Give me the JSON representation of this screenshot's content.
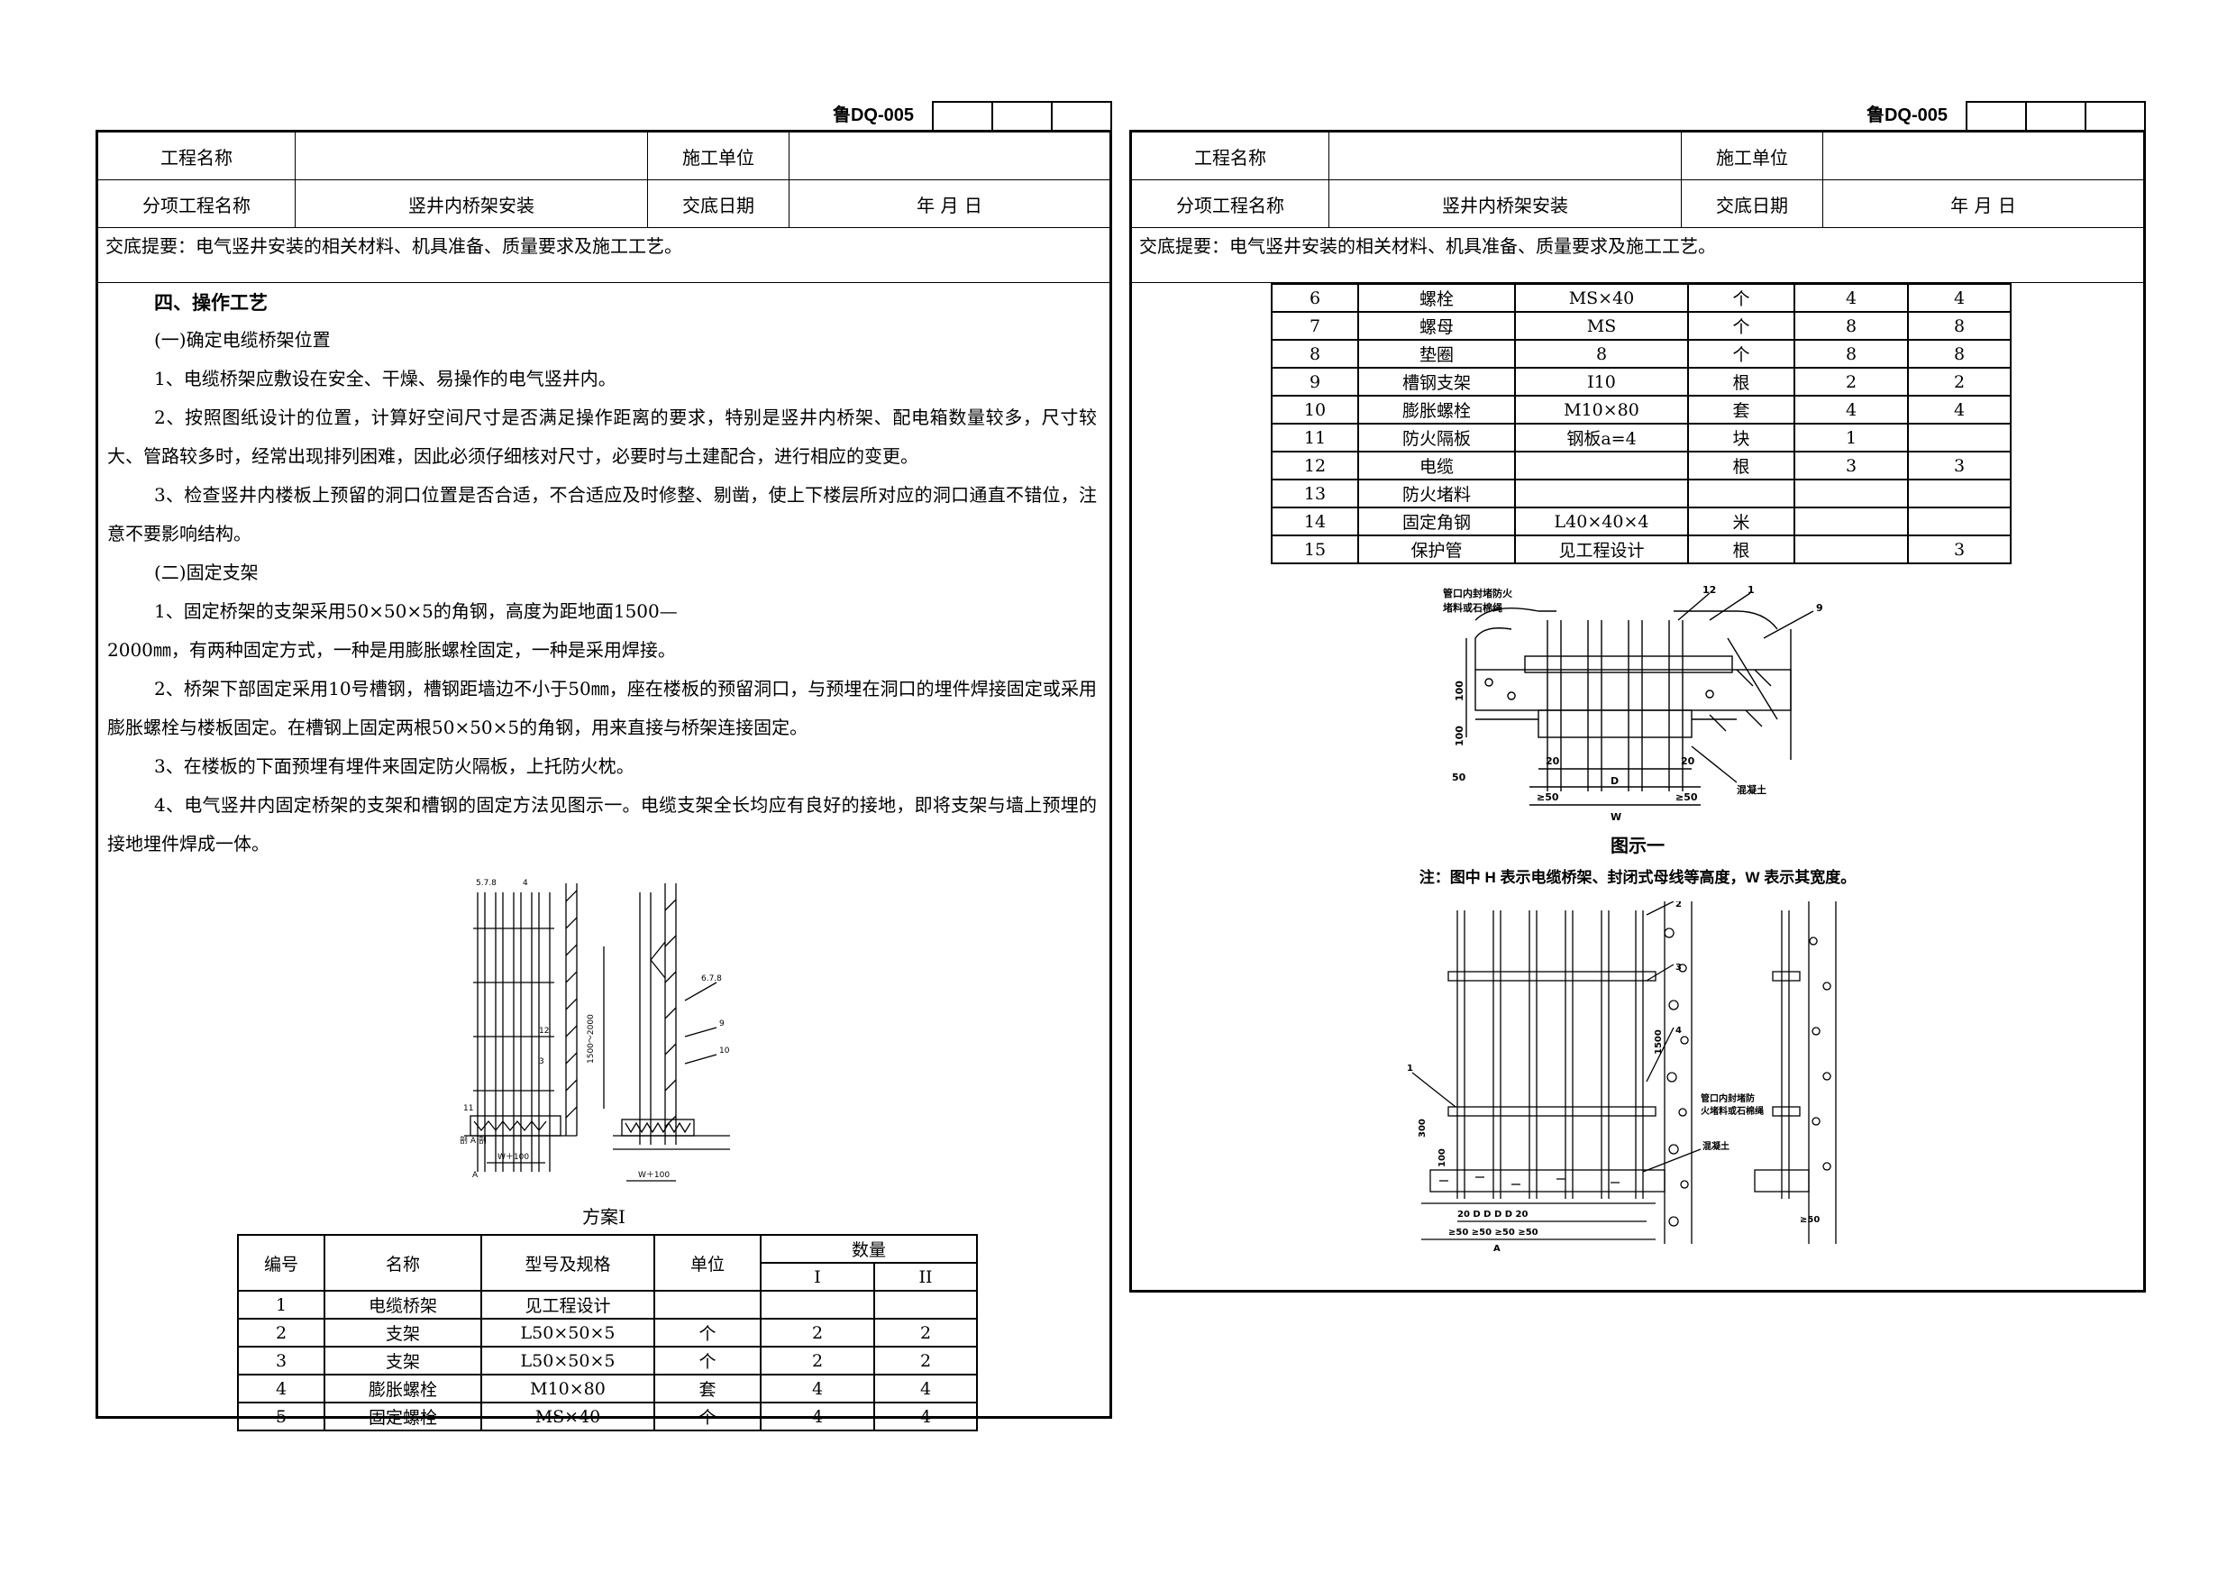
{
  "form_code": "鲁DQ-005",
  "header": {
    "project_name_label": "工程名称",
    "project_name_value": "",
    "construction_unit_label": "施工单位",
    "construction_unit_value": "",
    "sub_project_label": "分项工程名称",
    "sub_project_value": "竖井内桥架安装",
    "date_label": "交底日期",
    "date_value": "年 月 日"
  },
  "summary": "交底提要：电气竖井安装的相关材料、机具准备、质量要求及施工工艺。",
  "left": {
    "section_title": "四、操作工艺",
    "paragraphs": [
      "(一)确定电缆桥架位置",
      "1、电缆桥架应敷设在安全、干燥、易操作的电气竖井内。",
      "2、按照图纸设计的位置，计算好空间尺寸是否满足操作距离的要求，特别是竖井内桥架、配电箱数量较多，尺寸较大、管路较多时，经常出现排列困难，因此必须仔细核对尺寸，必要时与土建配合，进行相应的变更。",
      "3、检查竖井内楼板上预留的洞口位置是否合适，不合适应及时修整、剔凿，使上下楼层所对应的洞口通直不错位，注意不要影响结构。",
      "(二)固定支架",
      "1、固定桥架的支架采用50×50×5的角钢，高度为距地面1500—",
      "2000㎜，有两种固定方式，一种是用膨胀螺栓固定，一种是采用焊接。",
      "2、桥架下部固定采用10号槽钢，槽钢距墙边不小于50㎜，座在楼板的预留洞口，与预埋在洞口的埋件焊接固定或采用膨胀螺栓与楼板固定。在槽钢上固定两根50×50×5的角钢，用来直接与桥架连接固定。",
      "3、在楼板的下面预埋有埋件来固定防火隔板，上托防火枕。",
      "4、电气竖井内固定桥架的支架和槽钢的固定方法见图示一。电缆支架全长均应有良好的接地，即将支架与墙上预埋的接地埋件焊成一体。"
    ],
    "figure_caption": "方案I",
    "fig_labels": {
      "top_left": "5.7.8",
      "top_mid": "4",
      "right_nums": "6.7.8",
      "n9": "9",
      "n10": "10",
      "n11": "11",
      "n12": "12",
      "n3": "3",
      "dim_height": "1500～2000",
      "dim_w1": "W＋100",
      "dim_w2": "W＋100",
      "label_a": "A",
      "bottom_left": "剖 A 剖"
    },
    "table_header": {
      "no": "编号",
      "name": "名称",
      "spec": "型号及规格",
      "unit": "单位",
      "qty": "数量",
      "q1": "I",
      "q2": "II"
    },
    "rows": [
      [
        "1",
        "电缆桥架",
        "见工程设计",
        "",
        "",
        ""
      ],
      [
        "2",
        "支架",
        "L50×50×5",
        "个",
        "2",
        "2"
      ],
      [
        "3",
        "支架",
        "L50×50×5",
        "个",
        "2",
        "2"
      ],
      [
        "4",
        "膨胀螺栓",
        "M10×80",
        "套",
        "4",
        "4"
      ],
      [
        "5",
        "固定螺栓",
        "MS×40",
        "个",
        "4",
        "4"
      ]
    ]
  },
  "right": {
    "rows": [
      [
        "6",
        "螺栓",
        "MS×40",
        "个",
        "4",
        "4"
      ],
      [
        "7",
        "螺母",
        "MS",
        "个",
        "8",
        "8"
      ],
      [
        "8",
        "垫圈",
        "8",
        "个",
        "8",
        "8"
      ],
      [
        "9",
        "槽钢支架",
        "I10",
        "根",
        "2",
        "2"
      ],
      [
        "10",
        "膨胀螺栓",
        "M10×80",
        "套",
        "4",
        "4"
      ],
      [
        "11",
        "防火隔板",
        "钢板a=4",
        "块",
        "1",
        ""
      ],
      [
        "12",
        "电缆",
        "",
        "根",
        "3",
        "3"
      ],
      [
        "13",
        "防火堵料",
        "",
        "",
        "",
        ""
      ],
      [
        "14",
        "固定角钢",
        "L40×40×4",
        "米",
        "",
        ""
      ],
      [
        "15",
        "保护管",
        "见工程设计",
        "根",
        "",
        "3"
      ]
    ],
    "fig1_labels": {
      "seal_note_1": "管口内封堵防火",
      "seal_note_2": "堵料或石棉绳",
      "n12": "12",
      "n1": "1",
      "n9": "9",
      "d100a": "100",
      "d100b": "100",
      "d50": "50",
      "d20a": "20",
      "d20b": "20",
      "dD": "D",
      "dge50a": "≥50",
      "dge50b": "≥50",
      "dW": "W",
      "concrete": "混凝土"
    },
    "fig1_caption": "图示一",
    "note": "注：图中 H 表示电缆桥架、封闭式母线等高度，W 表示其宽度。",
    "fig2_labels": {
      "n2": "2",
      "n3": "3",
      "n4": "4",
      "n1": "1",
      "d1500": "1500",
      "d300": "300",
      "d100": "100",
      "seal_1": "管口内封堵防",
      "seal_2": "火堵料或石棉绳",
      "concrete": "混凝土",
      "dims": "20  D  D  D  D  20",
      "ge50s": "≥50 ≥50 ≥50 ≥50",
      "label_a": "A",
      "ge50r": "≥50"
    }
  }
}
